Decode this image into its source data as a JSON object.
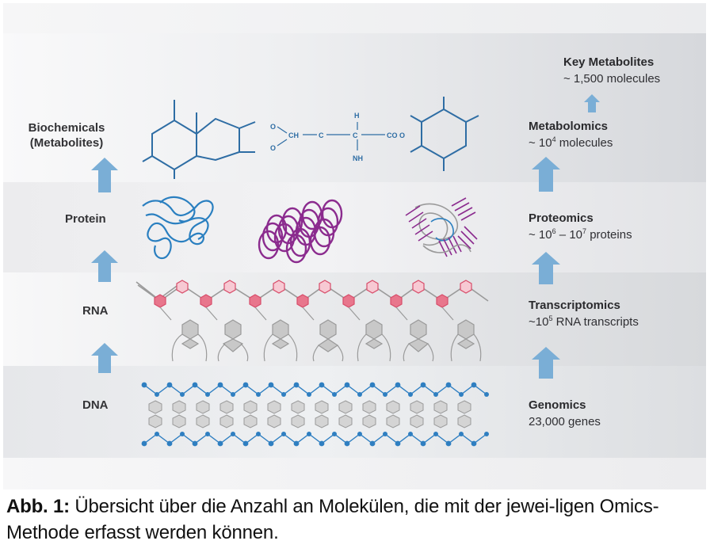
{
  "left_labels": {
    "metabolites": "Biochemicals\n(Metabolites)",
    "protein": "Protein",
    "rna": "RNA",
    "dna": "DNA"
  },
  "right": {
    "key_metabolites": {
      "title": "Key Metabolites",
      "sub": "~ 1,500 molecules"
    },
    "metabolomics": {
      "title": "Metabolomics",
      "sub_pre": "~ 10",
      "sub_exp": "4",
      "sub_post": " molecules"
    },
    "proteomics": {
      "title": "Proteomics",
      "sub_pre": "~ 10",
      "sub_exp": "6",
      "sub_mid": " –  10",
      "sub_exp2": "7",
      "sub_post": " proteins"
    },
    "transcriptomics": {
      "title": "Transcriptomics",
      "sub_pre": "~10",
      "sub_exp": "5",
      "sub_post": " RNA transcripts"
    },
    "genomics": {
      "title": "Genomics",
      "sub": "23,000 genes"
    }
  },
  "molecule_labels": {
    "o_top": "O",
    "ch": "CH",
    "c1": "C",
    "c2": "C",
    "coo": "CO O",
    "h": "H",
    "o_bot": "O",
    "nh": "NH"
  },
  "caption": {
    "label": "Abb. 1:",
    "text": " Übersicht über die Anzahl an Molekülen, die mit der jewei-ligen Omics-Methode erfasst werden können."
  },
  "colors": {
    "arrow": "#7aaed6",
    "structure_blue": "#2e6da4",
    "protein_blue": "#2a7fc0",
    "protein_purple": "#8b2b8e",
    "rna_pink": "#e8768c",
    "dna_blue": "#2f7fc1",
    "base_gray": "#9a9a9a"
  }
}
